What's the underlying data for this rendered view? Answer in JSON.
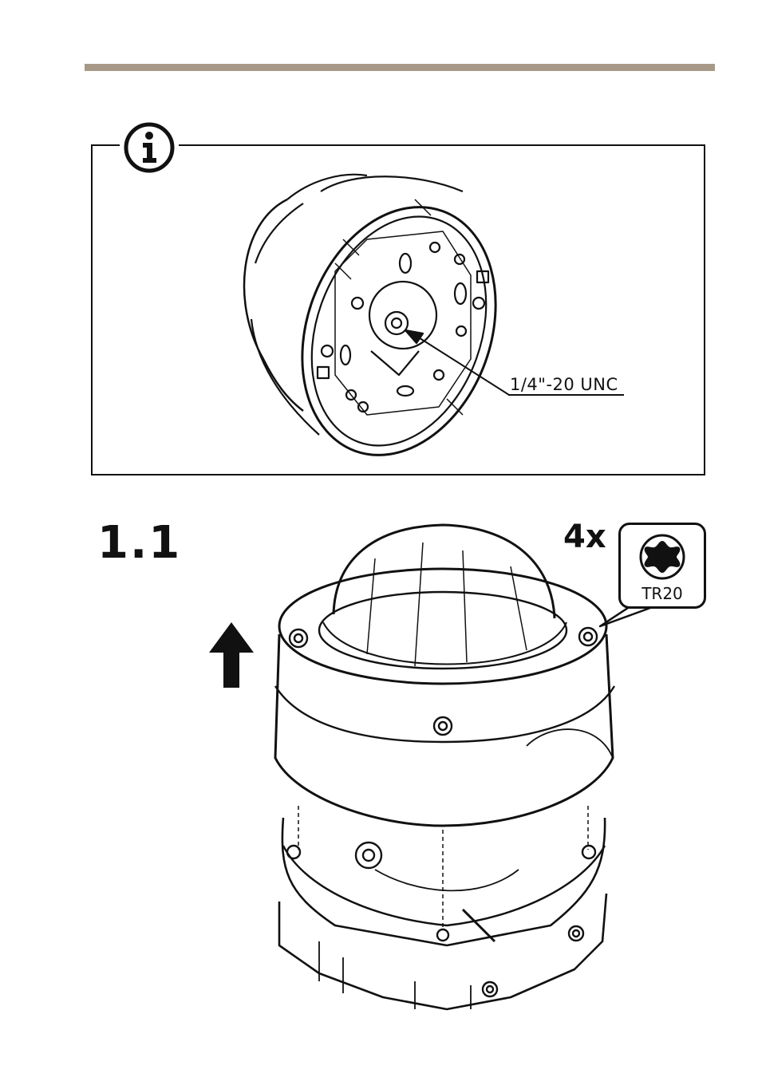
{
  "info_note": {
    "icon": "info-icon",
    "callout_label": "1/4\"-20 UNC"
  },
  "step": {
    "number": "1.1",
    "quantity": "4x",
    "tool_label": "TR20",
    "tool_icon": "torx-icon",
    "direction_icon": "arrow-up-icon"
  },
  "colors": {
    "header_rule": "#a89888",
    "line": "#111111"
  }
}
